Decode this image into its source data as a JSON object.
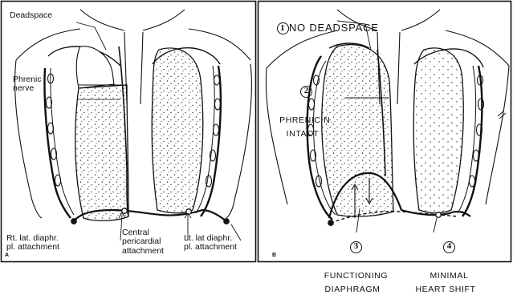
{
  "panel_a": {
    "letter": "A",
    "labels": {
      "deadspace": "Deadspace",
      "phrenic_nerve": "Phrenic\nnerve",
      "rt_lat_attachment": "Rt. lat. diaphr.\npl. attachment",
      "central_attachment": "Central\npericardial\nattachment",
      "lt_lat_attachment": "Lt. lat diaphr.\npl. attachment"
    }
  },
  "panel_b": {
    "letter": "B",
    "items": [
      {
        "number": "1",
        "label": "NO DEADSPACE"
      },
      {
        "number": "2",
        "label": "PHRENIC N.\nINTACT"
      },
      {
        "number": "3",
        "label": "FUNCTIONING\nDIAPHRAGM"
      },
      {
        "number": "4",
        "label": "MINIMAL\nHEART SHIFT"
      }
    ]
  },
  "colors": {
    "ink": "#111111",
    "background": "#ffffff"
  }
}
